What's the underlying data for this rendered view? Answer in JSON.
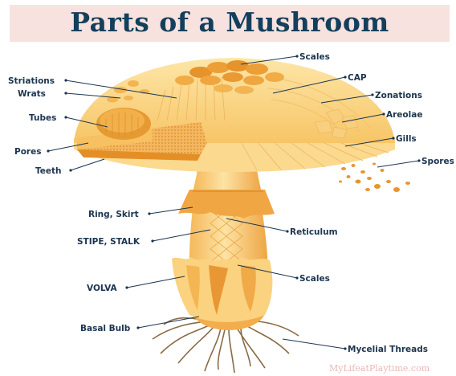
{
  "title": "Parts of a Mushroom",
  "watermark": "MyLifeatPlaytime.com",
  "labels": {
    "scales_top": "Scales",
    "cap": "CAP",
    "zonations": "Zonations",
    "areolae": "Areolae",
    "gills": "Gills",
    "spores": "Spores",
    "striations": "Striations",
    "wrats": "Wrats",
    "tubes": "Tubes",
    "pores": "Pores",
    "teeth": "Teeth",
    "ring_skirt": "Ring, Skirt",
    "reticulum": "Reticulum",
    "stipe_stalk": "STIPE, STALK",
    "scales_lower": "Scales",
    "volva": "VOLVA",
    "basal_bulb": "Basal Bulb",
    "mycelial_threads": "Mycelial Threads"
  },
  "colors": {
    "title": "#143f5c",
    "title_band": "#f7e2e0",
    "label": "#1c3550",
    "mushroom_light": "#fde3a4",
    "mushroom_mid": "#f7c566",
    "mushroom_dark": "#e69a2e",
    "roots": "#8a6a44"
  }
}
